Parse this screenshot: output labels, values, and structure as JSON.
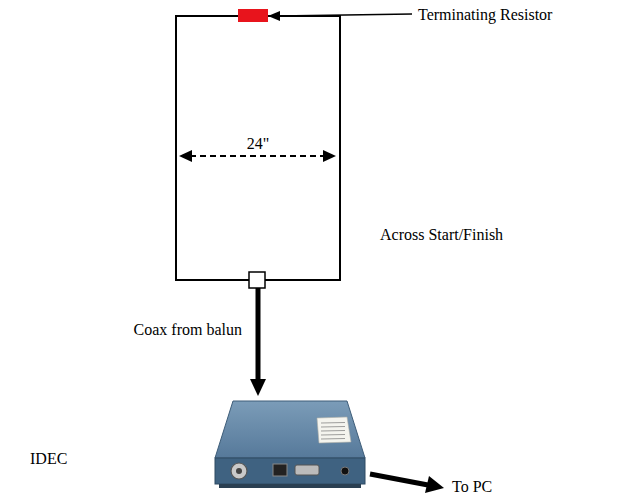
{
  "diagram": {
    "nodes": [
      {
        "text": [
          "24\""
        ]
      },
      {
        "text": [
          "IDEC"
        ]
      }
    ],
    "edges": [
      {
        "from": 0,
        "to": 1,
        "arrow": "to",
        "label": "Coax from balun"
      }
    ],
    "labels": [
      "Terminating Resistor",
      "Across Start/Finish",
      "To PC"
    ]
  }
}
